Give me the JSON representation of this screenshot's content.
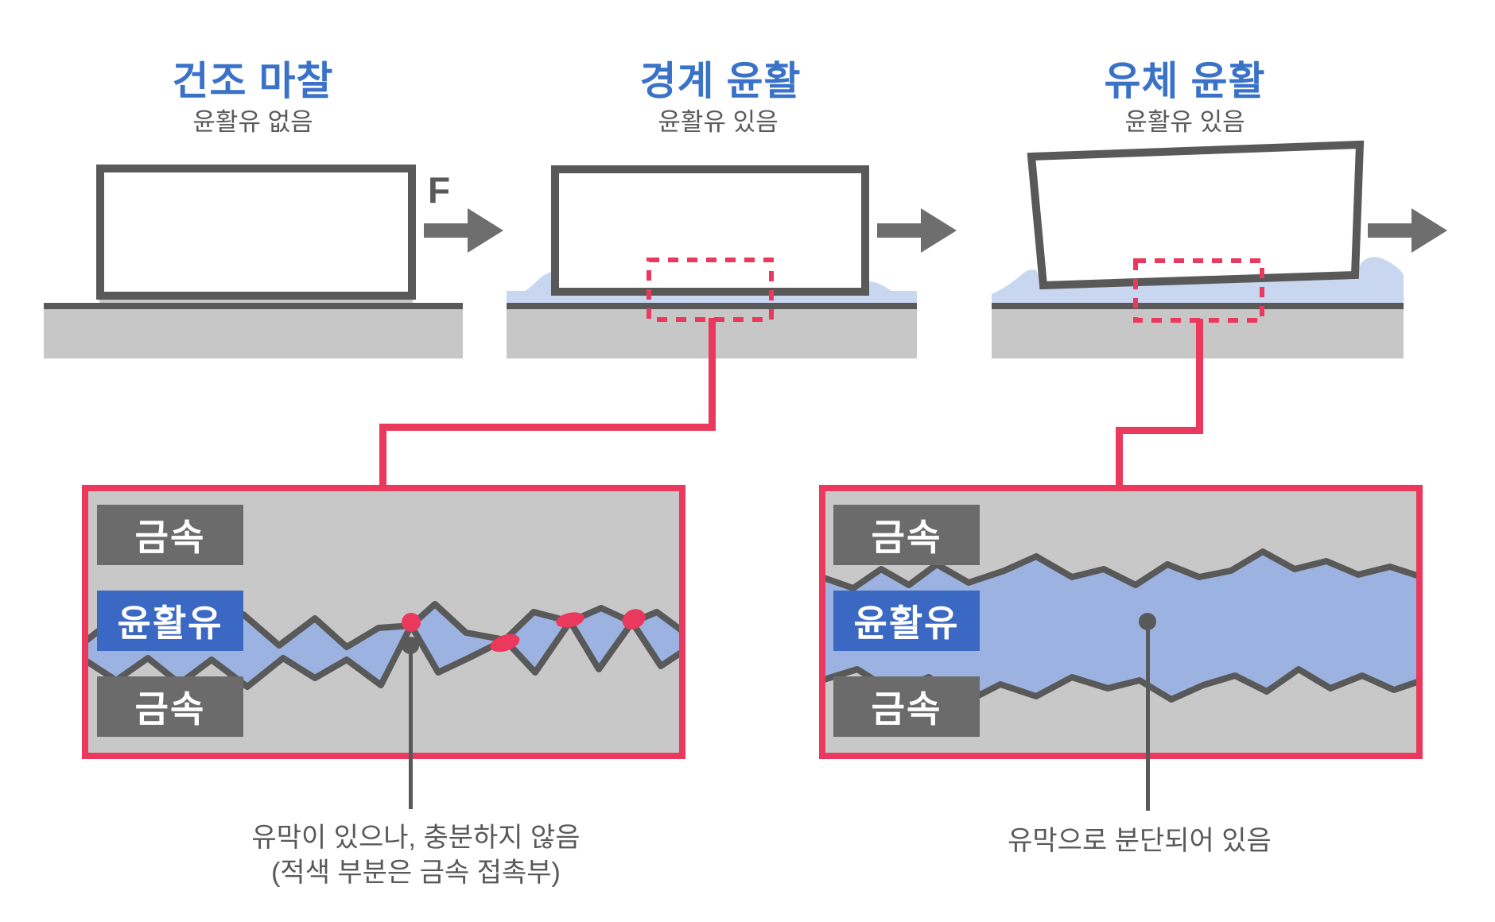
{
  "colors": {
    "title_blue": "#3a72c8",
    "accent_red": "#ea395c",
    "lubricant_light": "#c8d6ef",
    "lubricant_deep": "#9cb2e0",
    "metal_label_gray": "#6b6b6b",
    "lubricant_label_blue": "#3a68c2",
    "ground_gray": "#c7c7c7",
    "outline_dark": "#595959",
    "arrow_gray": "#6e6e6e"
  },
  "panels": [
    {
      "title": "건조 마찰",
      "subtitle": "윤활유 없음",
      "force_label": "F"
    },
    {
      "title": "경계 윤활",
      "subtitle": "윤활유 있음"
    },
    {
      "title": "유체 윤활",
      "subtitle": "윤활유 있음"
    }
  ],
  "details": [
    {
      "metal_top": "금속",
      "lubricant": "윤활유",
      "metal_bottom": "금속",
      "caption_line1": "유막이 있으나, 충분하지 않음",
      "caption_line2": "(적색 부분은 금속 접촉부)"
    },
    {
      "metal_top": "금속",
      "lubricant": "윤활유",
      "metal_bottom": "금속",
      "caption_line1": "유막으로 분단되어 있음"
    }
  ]
}
